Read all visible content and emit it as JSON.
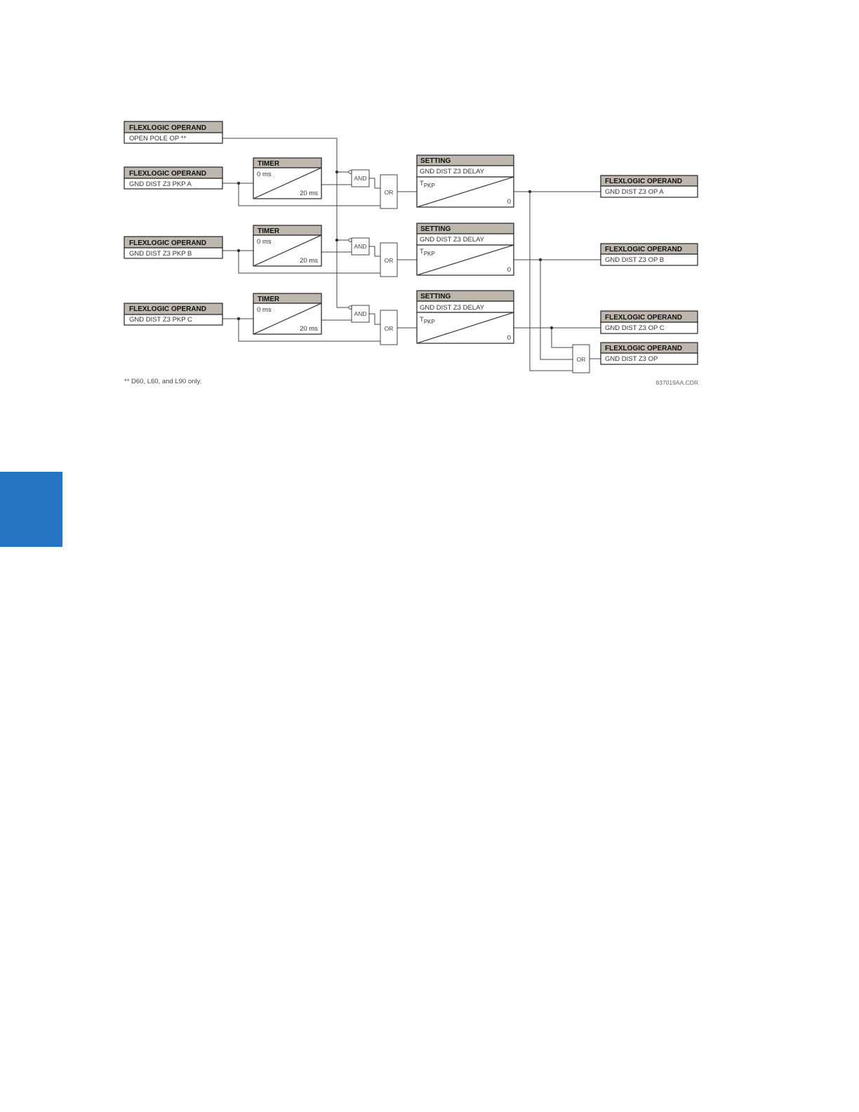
{
  "colors": {
    "side_tab": "#2673c0",
    "header_fill": "#bdb7ae"
  },
  "inputs": [
    {
      "header": "FLEXLOGIC OPERAND",
      "value": "OPEN POLE OP **"
    },
    {
      "header": "FLEXLOGIC OPERAND",
      "value": "GND DIST Z3 PKP A"
    },
    {
      "header": "FLEXLOGIC OPERAND",
      "value": "GND DIST Z3 PKP B"
    },
    {
      "header": "FLEXLOGIC OPERAND",
      "value": "GND DIST Z3 PKP C"
    }
  ],
  "timers": [
    {
      "header": "TIMER",
      "top": "0 ms",
      "bottom": "20 ms"
    },
    {
      "header": "TIMER",
      "top": "0 ms",
      "bottom": "20 ms"
    },
    {
      "header": "TIMER",
      "top": "0 ms",
      "bottom": "20 ms"
    }
  ],
  "gates": {
    "and": "AND",
    "or": "OR"
  },
  "settings": [
    {
      "header": "SETTING",
      "name": "GND DIST Z3 DELAY",
      "t": "T",
      "sub": "PKP",
      "zero": "0"
    },
    {
      "header": "SETTING",
      "name": "GND DIST Z3 DELAY",
      "t": "T",
      "sub": "PKP",
      "zero": "0"
    },
    {
      "header": "SETTING",
      "name": "GND DIST Z3 DELAY",
      "t": "T",
      "sub": "PKP",
      "zero": "0"
    }
  ],
  "outputs": [
    {
      "header": "FLEXLOGIC OPERAND",
      "value": "GND DIST Z3 OP A"
    },
    {
      "header": "FLEXLOGIC OPERAND",
      "value": "GND DIST Z3 OP B"
    },
    {
      "header": "FLEXLOGIC OPERAND",
      "value": "GND DIST Z3 OP C"
    },
    {
      "header": "FLEXLOGIC OPERAND",
      "value": "GND DIST Z3 OP"
    }
  ],
  "footnote": "** D60, L60, and L90 only.",
  "drawing_code": "837019AA.CDR"
}
